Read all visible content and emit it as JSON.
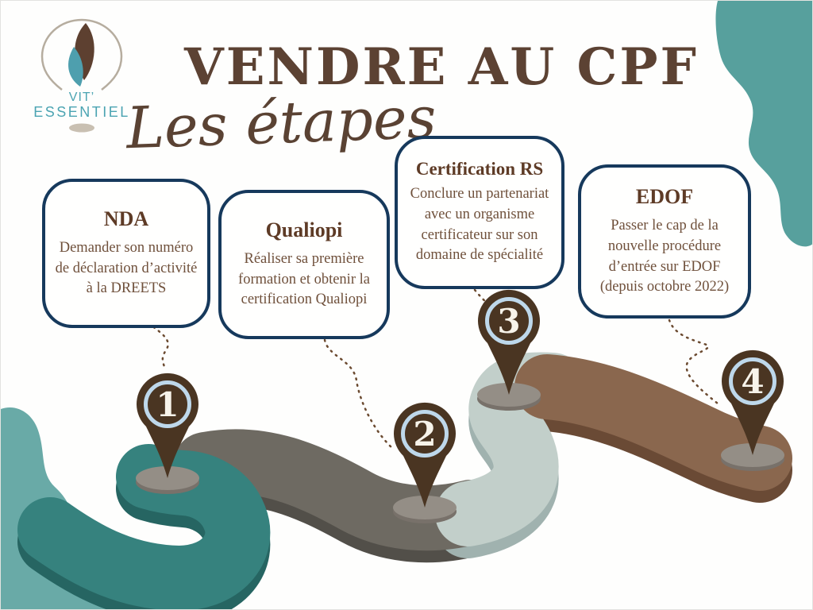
{
  "header": {
    "title": "VENDRE AU CPF",
    "subtitle": "Les étapes"
  },
  "logo": {
    "line1": "VIT’",
    "line2": "ESSENTIEL"
  },
  "steps": [
    {
      "number": "1",
      "title": "NDA",
      "description": "Demander son numéro de déclaration d’activité à la DREETS"
    },
    {
      "number": "2",
      "title": "Qualiopi",
      "description": "Réaliser sa première formation et obtenir la certification Qualiopi"
    },
    {
      "number": "3",
      "title": "Certification RS",
      "description": "Conclure un partenariat avec un organisme certificateur sur son domaine de spécialité"
    },
    {
      "number": "4",
      "title": "EDOF",
      "description": "Passer le cap de la nouvelle procédure d’entrée sur EDOF (depuis octobre 2022)"
    }
  ],
  "colors": {
    "title_brown": "#5c4233",
    "box_border_navy": "#16395c",
    "box_title_brown": "#5e3b26",
    "box_text_brown": "#6f503b",
    "pin_brown": "#4a3522",
    "pin_ring_blue": "#bed8eb",
    "road_teal": "#36827e",
    "road_gray": "#6e6a62",
    "road_pale": "#c2cfca",
    "road_brown": "#8a674e",
    "blob_teal_top_right": "#57a09d",
    "blob_teal_bottom_left": "#69aaa7",
    "dotted_line_brown": "#6b4a30",
    "logo_teal": "#4ba4b2"
  }
}
